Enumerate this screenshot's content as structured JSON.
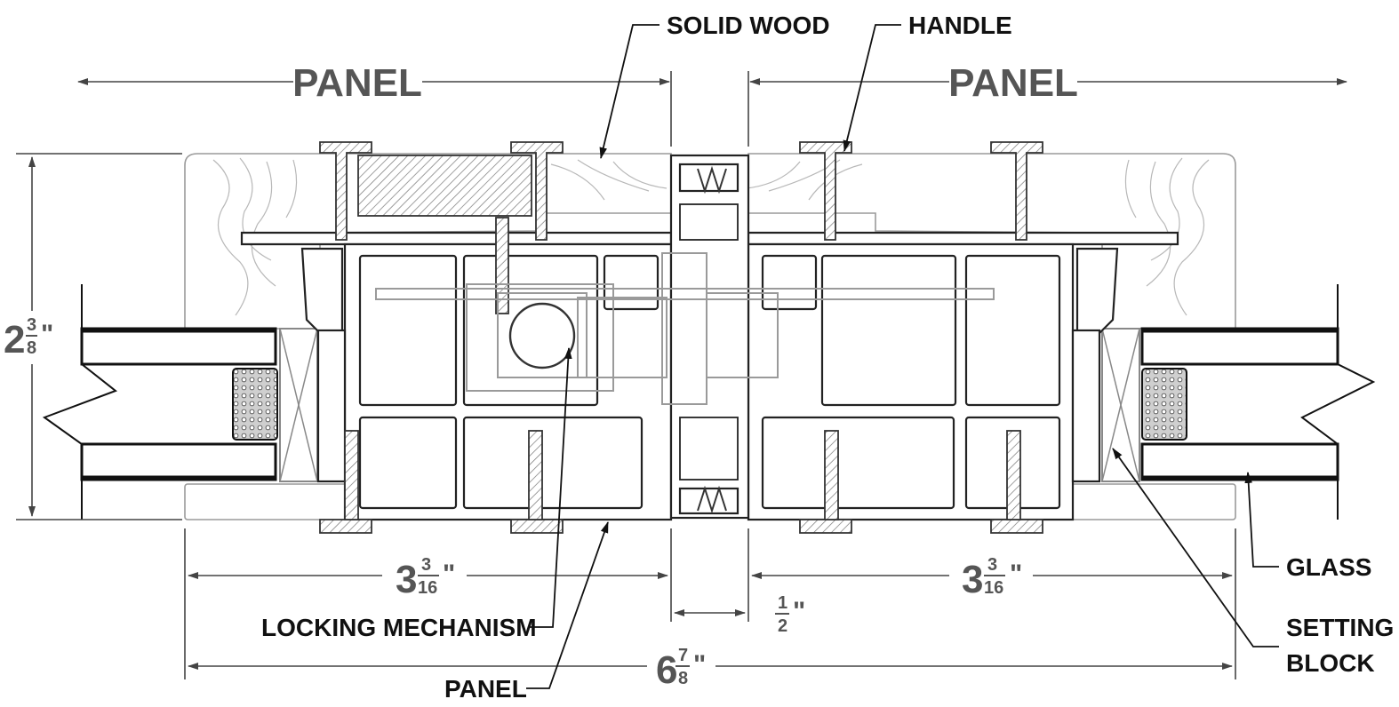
{
  "labels": {
    "panel_left": "PANEL",
    "panel_right": "PANEL",
    "solid_wood": "SOLID WOOD",
    "handle": "HANDLE",
    "locking_mechanism": "LOCKING MECHANISM",
    "panel_bottom": "PANEL",
    "glass": "GLASS",
    "setting_block_line1": "SETTING",
    "setting_block_line2": "BLOCK"
  },
  "dimensions": {
    "height": {
      "whole": "2",
      "num": "3",
      "den": "8",
      "unit": "\""
    },
    "left_width": {
      "whole": "3",
      "num": "3",
      "den": "16",
      "unit": "\""
    },
    "right_width": {
      "whole": "3",
      "num": "3",
      "den": "16",
      "unit": "\""
    },
    "gap": {
      "whole": "",
      "num": "1",
      "den": "2",
      "unit": "\""
    },
    "overall": {
      "whole": "6",
      "num": "7",
      "den": "8",
      "unit": "\""
    }
  }
}
